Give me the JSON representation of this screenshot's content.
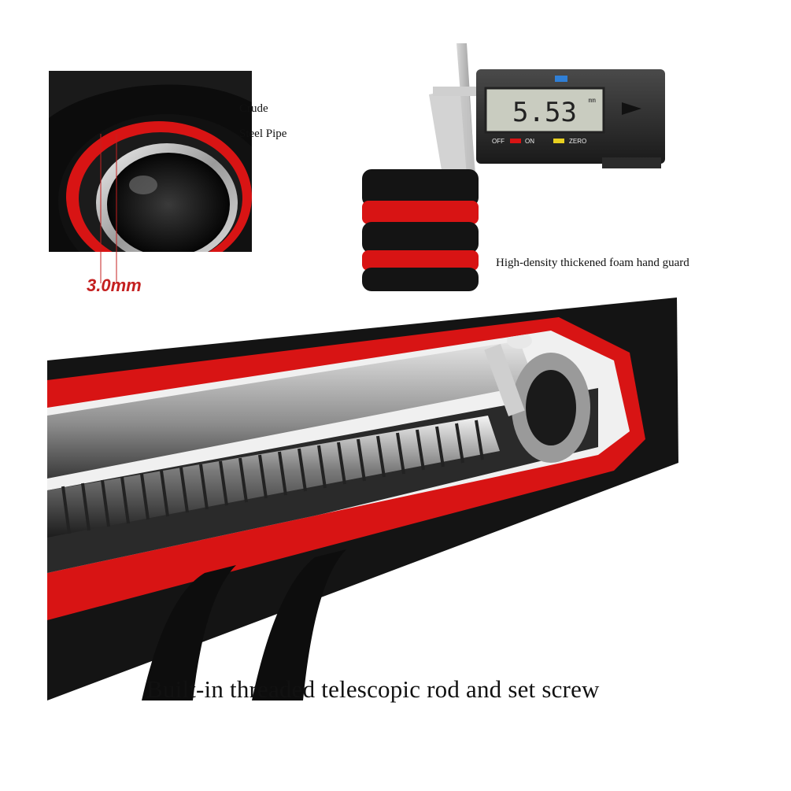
{
  "captions": {
    "crude_line1": "Crude",
    "crude_line2": "Steel Pipe",
    "foam": "High-density thickened foam hand guard",
    "rod": "Built-in threaded telescopic rod and set screw"
  },
  "pipe_photo": {
    "thickness_label": "3.0mm"
  },
  "caliper_photo": {
    "display_value": "5.53",
    "unit": "mm",
    "off_label": "OFF",
    "on_label": "ON",
    "zero_label": "ZERO"
  },
  "colors": {
    "foam_black": "#141414",
    "foam_red": "#d81414",
    "steel": "#c8c8c8",
    "lcd": "#c9ccc0"
  }
}
